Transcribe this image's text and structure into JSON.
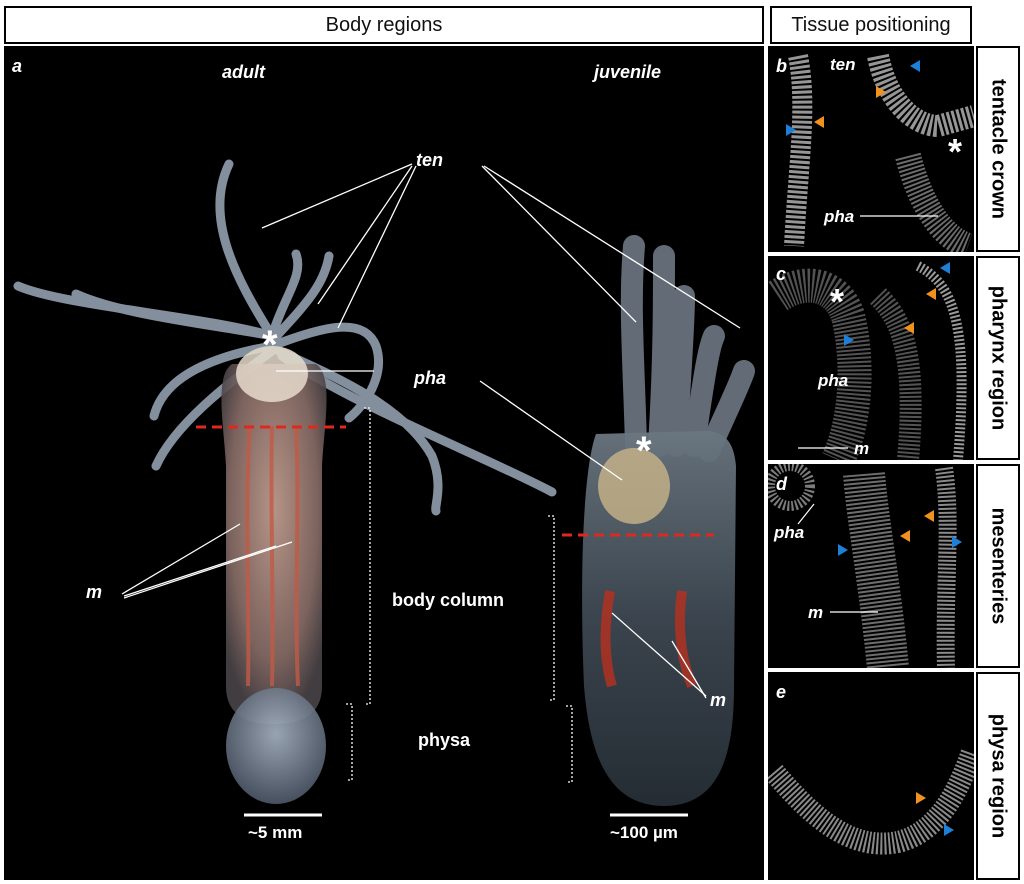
{
  "headers": {
    "body_regions": "Body regions",
    "tissue_positioning": "Tissue positioning"
  },
  "panel_a": {
    "letter": "a",
    "adult_label": "adult",
    "juvenile_label": "juvenile",
    "ten": "ten",
    "pha": "pha",
    "m_adult": "m",
    "m_juvenile": "m",
    "asterisk": "*",
    "body_column": "body column",
    "physa": "physa",
    "scale_adult": "~5 mm",
    "scale_juvenile": "~100 µm"
  },
  "panel_b": {
    "letter": "b",
    "ten": "ten",
    "pha": "pha",
    "asterisk": "*",
    "side_label": "tentacle crown"
  },
  "panel_c": {
    "letter": "c",
    "pha": "pha",
    "m": "m",
    "asterisk": "*",
    "side_label": "pharynx region"
  },
  "panel_d": {
    "letter": "d",
    "pha": "pha",
    "m": "m",
    "side_label": "mesenteries"
  },
  "panel_e": {
    "letter": "e",
    "side_label": "physa region"
  },
  "colors": {
    "inner_arrow": "#f0921e",
    "outer_arrow": "#1e7fd6",
    "cut_line": "#e0281e"
  }
}
